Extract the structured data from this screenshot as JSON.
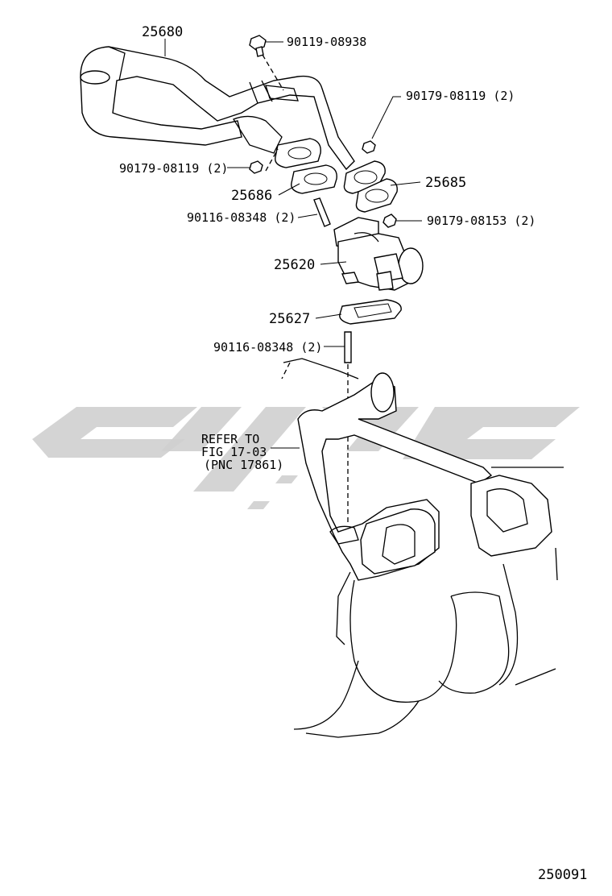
{
  "diagram_id": "250091",
  "callouts": [
    {
      "id": "c-25680",
      "text": "25680"
    },
    {
      "id": "c-90119-08938",
      "text": "90119-08938"
    },
    {
      "id": "c-90179-08119-a",
      "text": "90179-08119 (2)"
    },
    {
      "id": "c-90179-08119-b",
      "text": "90179-08119 (2)"
    },
    {
      "id": "c-25685",
      "text": "25685"
    },
    {
      "id": "c-25686",
      "text": "25686"
    },
    {
      "id": "c-90116-08348-a",
      "text": "90116-08348 (2)"
    },
    {
      "id": "c-90179-08153",
      "text": "90179-08153 (2)"
    },
    {
      "id": "c-25620",
      "text": "25620"
    },
    {
      "id": "c-25627",
      "text": "25627"
    },
    {
      "id": "c-90116-08348-b",
      "text": "90116-08348 (2)"
    }
  ],
  "reference": {
    "line1": "REFER TO",
    "line2": "FIG 17-03",
    "line3": "(PNC 17861)"
  },
  "colors": {
    "line": "#000000",
    "watermark": "#cfcfcf",
    "background": "#ffffff"
  }
}
